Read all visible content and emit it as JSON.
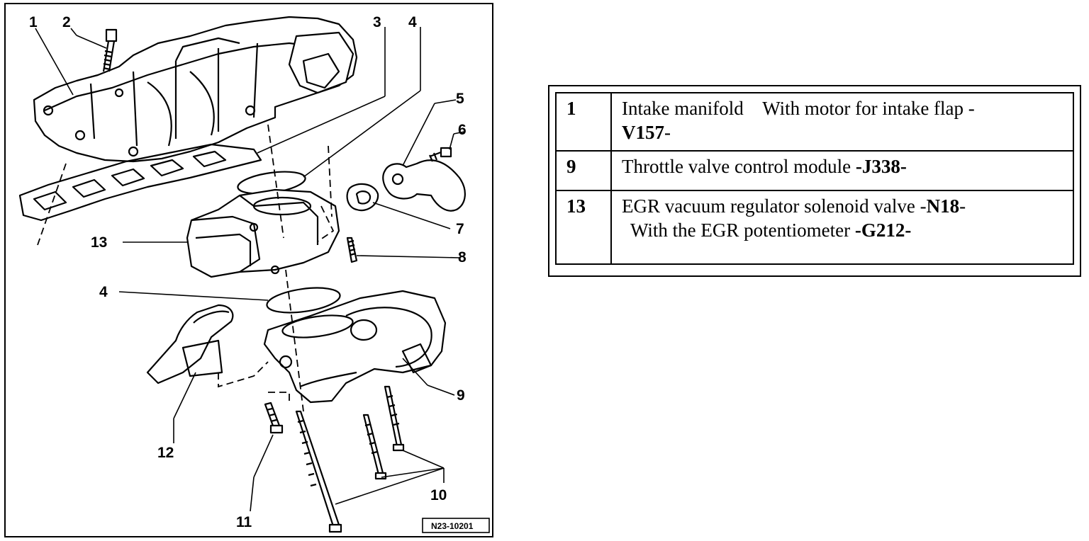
{
  "diagram": {
    "callouts": [
      "1",
      "2",
      "3",
      "4",
      "5",
      "6",
      "13",
      "7",
      "8",
      "4",
      "9",
      "12",
      "10",
      "11"
    ],
    "ref_code": "N23-10201"
  },
  "legend": {
    "rows": [
      {
        "num": "1",
        "text_a": "Intake manifold    With motor for intake flap -",
        "bold_a": "V157",
        "text_b": "-"
      },
      {
        "num": "9",
        "text_a": "Throttle valve control module ",
        "bold_a": "-J338-"
      },
      {
        "num": "13",
        "text_a": "EGR vacuum regulator solenoid valve -",
        "bold_a": "N18",
        "text_b": "-",
        "line2_a": "With the EGR potentiometer ",
        "line2_bold": "-G212-"
      }
    ]
  }
}
